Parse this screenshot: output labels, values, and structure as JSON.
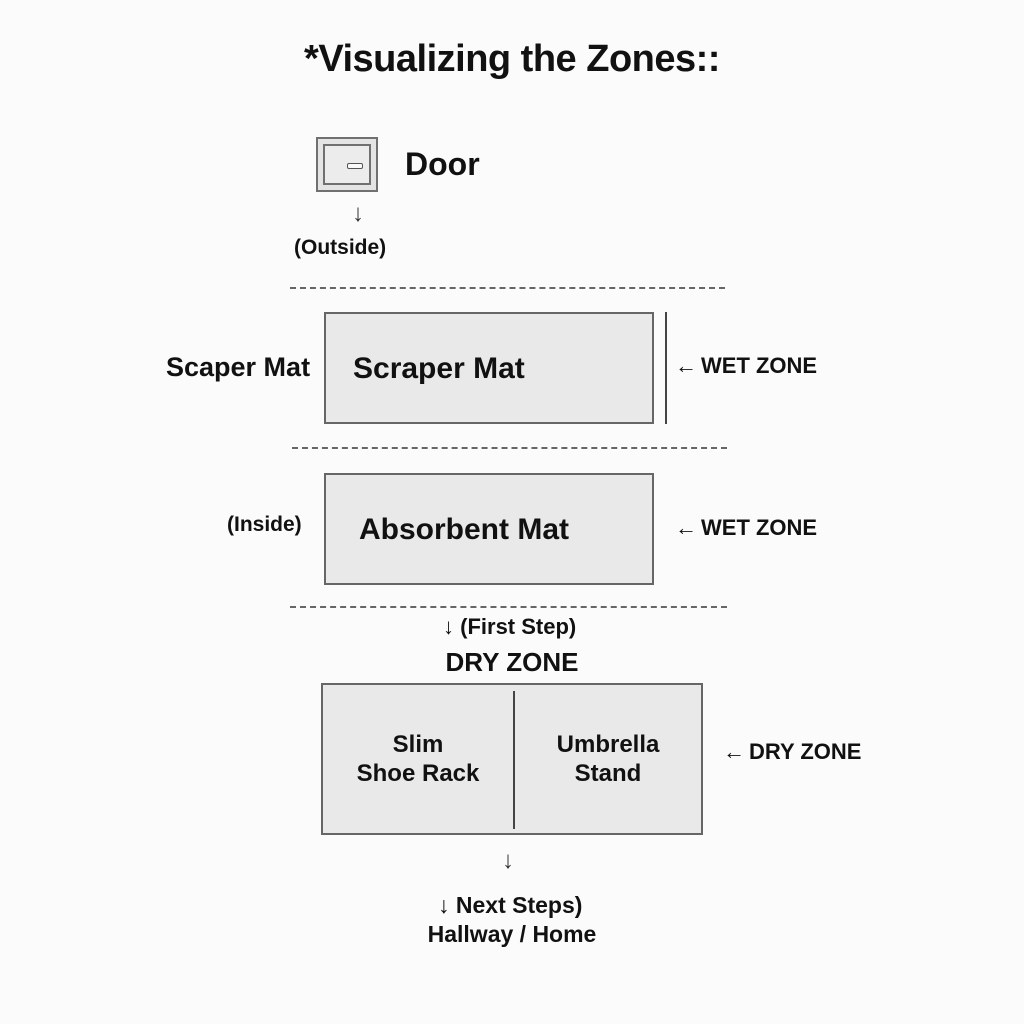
{
  "title": "*Visualizing the Zones::",
  "door": {
    "icon": "door-icon",
    "label": "Door",
    "arrow": "↓",
    "outside_label": "(Outside)"
  },
  "scraper": {
    "side_label": "Scaper Mat",
    "mat_label": "Scraper Mat",
    "zone_arrow": "←",
    "zone_label": "WET ZONE"
  },
  "absorbent": {
    "side_label": "(Inside)",
    "mat_label": "Absorbent Mat",
    "zone_arrow": "←",
    "zone_label": "WET ZONE"
  },
  "transition": {
    "arrow": "↓",
    "first_step": "(First Step)",
    "dry_zone_heading": "DRY ZONE"
  },
  "dry_box": {
    "left_line1": "Slim",
    "left_line2": "Shoe Rack",
    "right_line1": "Umbrella",
    "right_line2": "Stand",
    "zone_arrow": "←",
    "zone_label": "DRY ZONE"
  },
  "footer": {
    "arrow": "↓",
    "next_arrow": "↓",
    "next_steps": "Next Steps)",
    "destination": "Hallway / Home"
  },
  "colors": {
    "background": "#fbfbfb",
    "box_fill": "#e9e9e9",
    "border": "#666666",
    "text": "#111111"
  }
}
